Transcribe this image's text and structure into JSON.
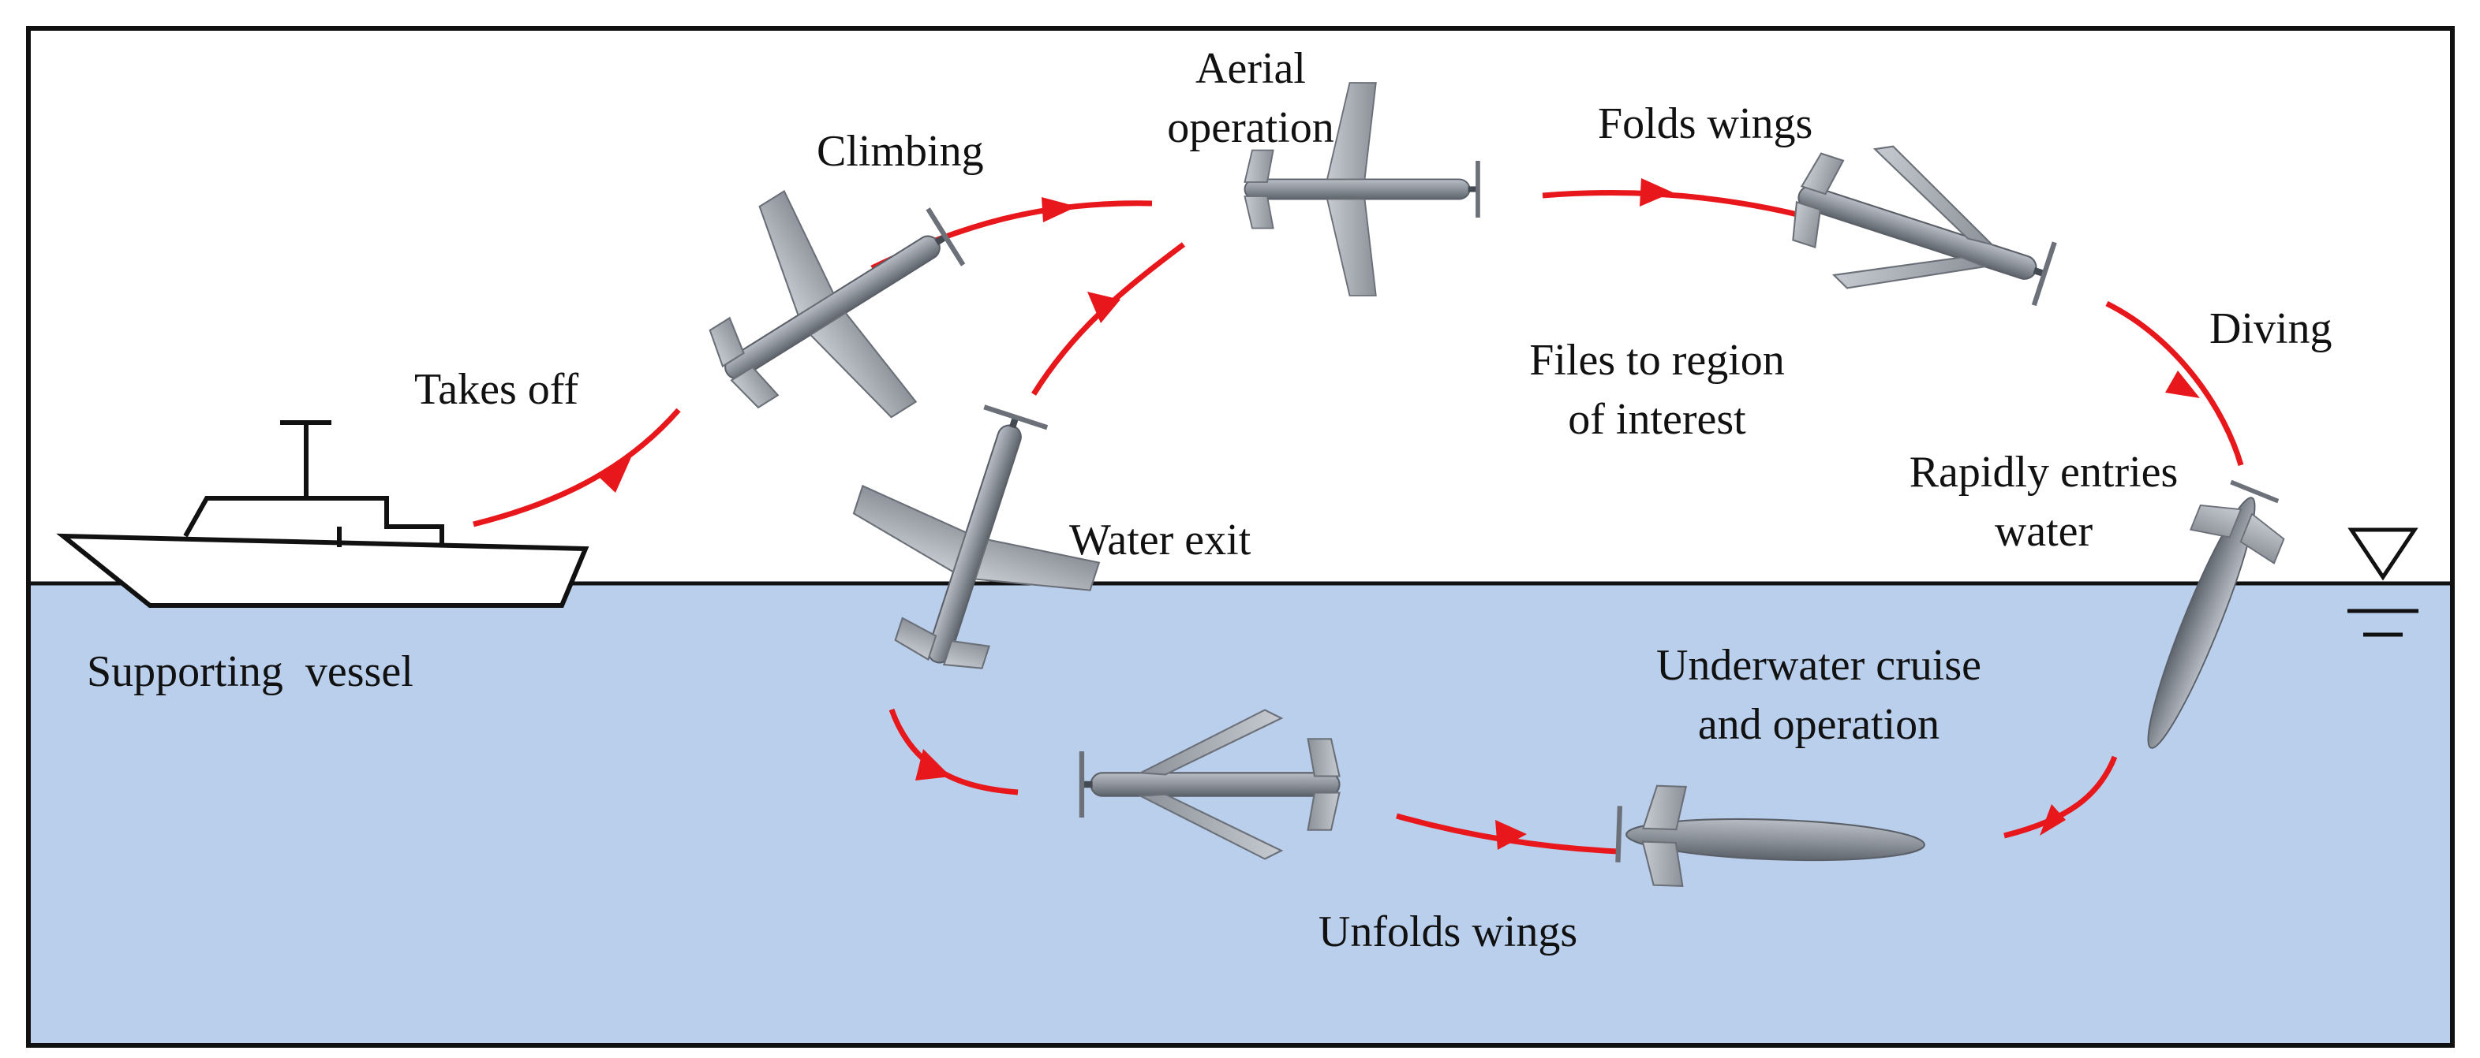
{
  "labels": {
    "aerial_operation_1": "Aerial",
    "aerial_operation_2": "operation",
    "climbing": "Climbing",
    "folds_wings": "Folds wings",
    "takes_off": "Takes off",
    "diving": "Diving",
    "flies_region_1": "Files to region",
    "flies_region_2": "of interest",
    "rapid_entry_1": "Rapidly entries",
    "rapid_entry_2": "water",
    "water_exit": "Water exit",
    "supporting_vessel": "Supporting  vessel",
    "underwater_1": "Underwater cruise",
    "underwater_2": "and operation",
    "unfolds_wings": "Unfolds wings"
  },
  "colors": {
    "water": "#b9cfec",
    "arrow": "#e8171b",
    "aircraft": "#8e949d",
    "aircraft_dark": "#5b6068",
    "outline": "#111111"
  },
  "icons": [
    "water-level-icon",
    "vessel-icon",
    "aircraft-icon"
  ]
}
